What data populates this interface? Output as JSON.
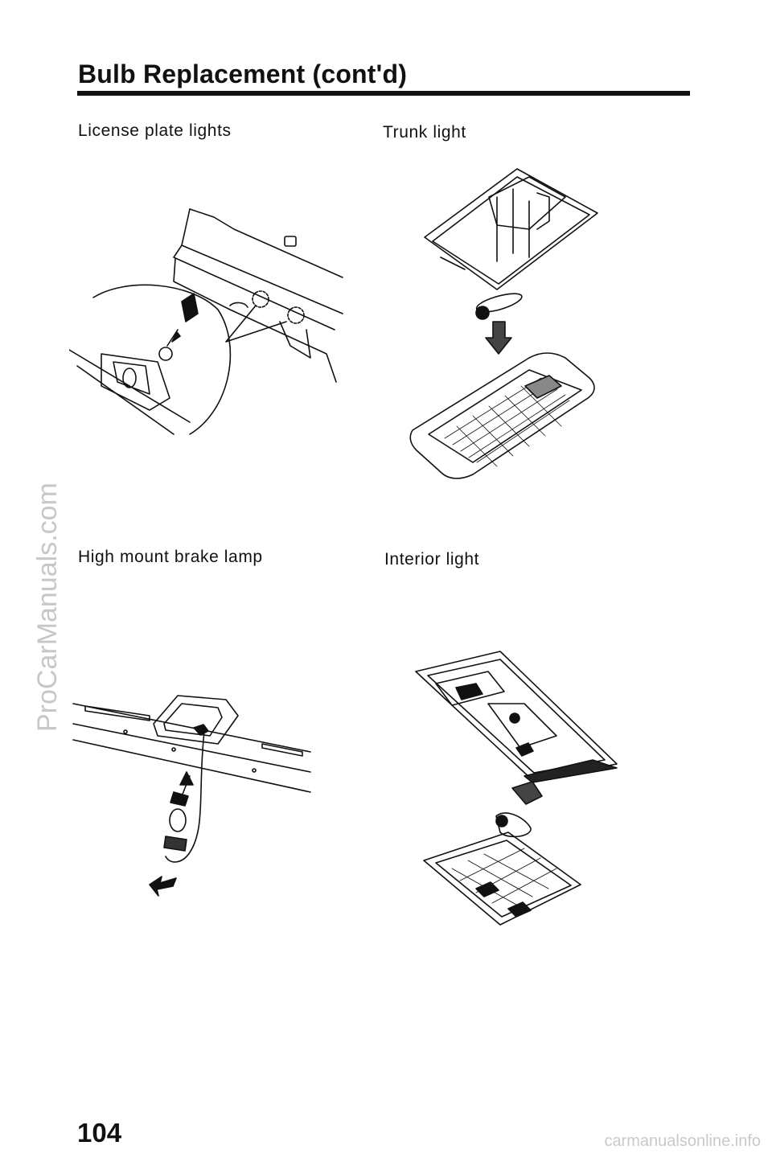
{
  "page": {
    "title": "Bulb Replacement (cont'd)",
    "page_number": "104"
  },
  "sections": {
    "license_plate": {
      "caption": "License plate lights"
    },
    "trunk": {
      "caption": "Trunk light"
    },
    "high_mount": {
      "caption": "High mount brake lamp"
    },
    "interior": {
      "caption": "Interior light"
    }
  },
  "watermarks": {
    "side": "ProCarManuals.com",
    "bottom": "carmanualsonline.info"
  }
}
